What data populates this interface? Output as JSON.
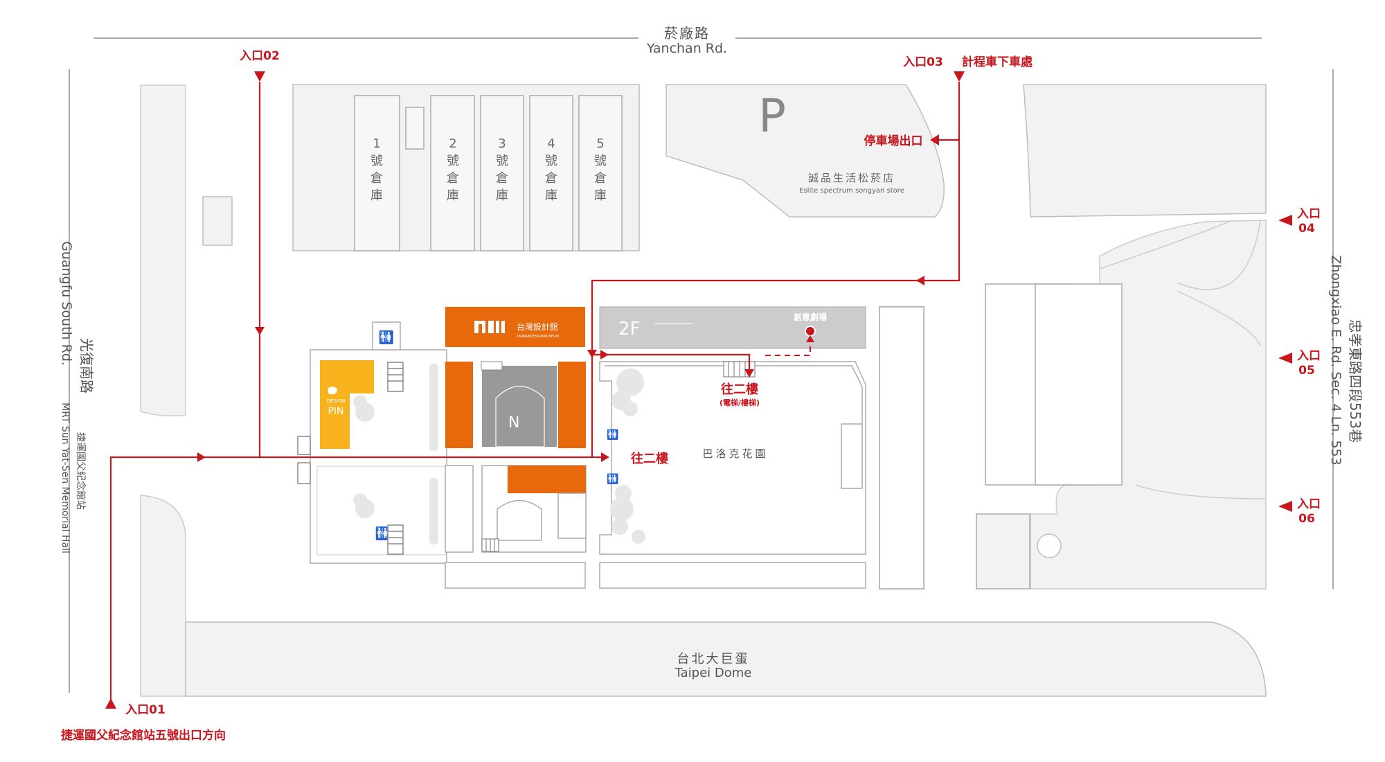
{
  "colors": {
    "route_red": "#c8161d",
    "exhibit_orange": "#e8690b",
    "pin_yellow": "#f8b31c",
    "building_fill": "#f2f2f2",
    "building_stroke": "#bdbdbd"
  },
  "roads": {
    "north_zh": "菸廠路",
    "north_en": "Yanchan Rd.",
    "west_zh": "光復南路",
    "west_en": "Guangfu South Rd.",
    "east_zh": "忠孝東路四段553巷",
    "east_en": "Zhongxiao E. Rd. Sec. 4 Ln. 553"
  },
  "mrt": {
    "zh": "捷運國父紀念館站",
    "en": "MRT Sun Yat-Sen Memorial Hall"
  },
  "warehouses": [
    {
      "num": "1",
      "chars": [
        "號",
        "倉",
        "庫"
      ]
    },
    {
      "num": "2",
      "chars": [
        "號",
        "倉",
        "庫"
      ]
    },
    {
      "num": "3",
      "chars": [
        "號",
        "倉",
        "庫"
      ]
    },
    {
      "num": "4",
      "chars": [
        "號",
        "倉",
        "庫"
      ]
    },
    {
      "num": "5",
      "chars": [
        "號",
        "倉",
        "庫"
      ]
    }
  ],
  "parking": {
    "symbol": "P"
  },
  "eslite": {
    "zh": "誠品生活松菸店",
    "en": "Eslite spectrum songyan store"
  },
  "entrances": {
    "e01": "入口01",
    "e02": "入口02",
    "e03": "入口03",
    "e03_taxi": "計程車下車處",
    "e04_zh": "入口",
    "e04_num": "04",
    "e05_zh": "入口",
    "e05_num": "05",
    "e06_zh": "入口",
    "e06_num": "06"
  },
  "labels": {
    "parking_exit": "停車場出口",
    "creative_theater": "創意劇場",
    "to_second_floor": "往二樓",
    "to_second_floor_2": "往二樓",
    "elevator_stairs": "(電梯/樓梯)",
    "baroque_garden": "巴洛克花園",
    "mrt_exit": "捷運國父紀念館站五號出口方向",
    "floor_2f": "2F"
  },
  "design_museum": {
    "zh": "台灣設計館",
    "en": "TAIWANDESIGNMUSEUM"
  },
  "design_pin": {
    "line1": "DESIGN",
    "line2": "PIN"
  },
  "taipei_dome": {
    "zh": "台北大巨蛋",
    "en": "Taipei Dome"
  }
}
